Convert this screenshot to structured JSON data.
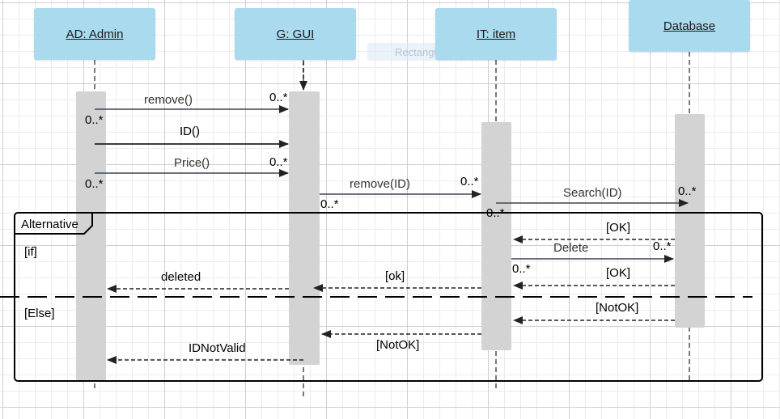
{
  "lifelines": [
    {
      "id": "admin",
      "label": "AD:  Admin"
    },
    {
      "id": "gui",
      "label": "G: GUI"
    },
    {
      "id": "item",
      "label": "IT: item"
    },
    {
      "id": "database",
      "label": "Database"
    }
  ],
  "watermark": "Rectangular Snip",
  "fragment": {
    "label": "Alternative",
    "if_guard": "[if]",
    "else_guard": "[Else]"
  },
  "messages": {
    "remove": "remove()",
    "id": "ID()",
    "price": "Price()",
    "remove_id": "remove(ID)",
    "search_id": "Search(ID)",
    "ok1": "[OK]",
    "delete": "Delete",
    "ok2": "[OK]",
    "ok_item_gui": "[ok]",
    "deleted": "deleted",
    "notok_db": "[NotOK]",
    "notok_item_gui": "[NotOK]",
    "idnotvalid": "IDNotValid"
  },
  "multiplicity": "0..*",
  "colors": {
    "actor_fill": "#a9daee",
    "activation_fill": "#d3d3d3",
    "arrow": "#3d4755",
    "lifeline": "#333333"
  }
}
